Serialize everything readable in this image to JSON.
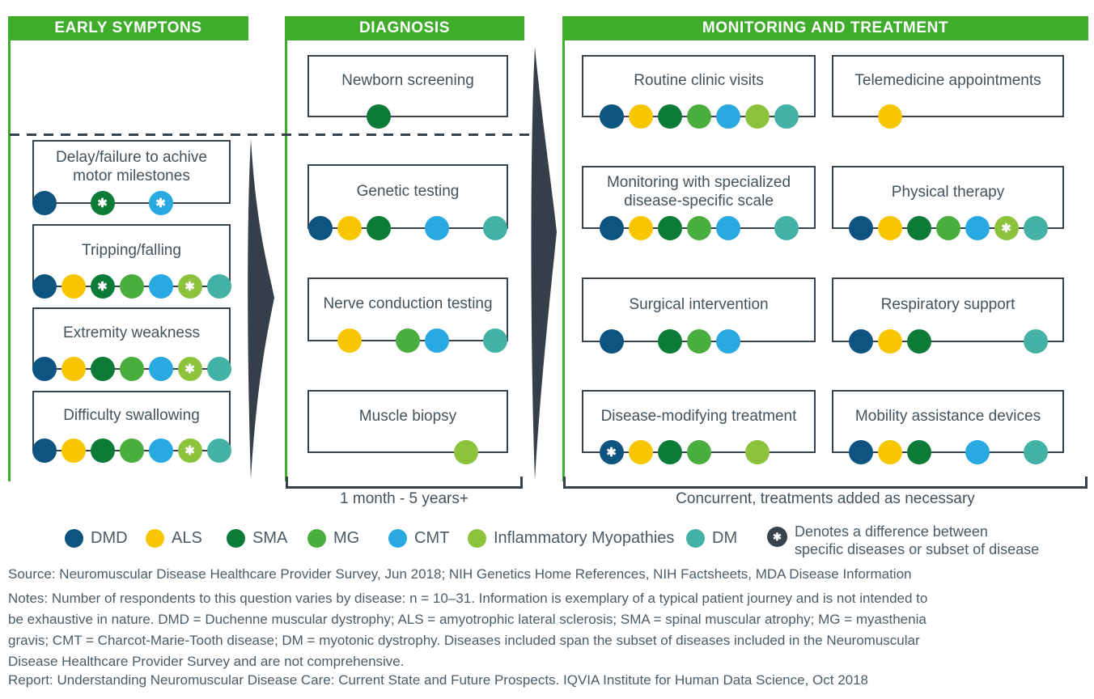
{
  "accent": {
    "green": "#3FAD2B",
    "slate": "#37424A"
  },
  "disease_colors": {
    "DMD": "#0E5481",
    "ALS": "#F7C600",
    "SMA": "#0C7B37",
    "MG": "#4AAE3E",
    "CMT": "#28A9E1",
    "IM": "#8CC23C",
    "DM": "#43B1A4"
  },
  "columns": [
    {
      "header": "EARLY SYMPTONS",
      "boxes": [
        {
          "label": "Delay/failure to achive motor milestones",
          "dots": [
            {
              "d": "DMD",
              "slot": 1
            },
            {
              "d": "SMA",
              "slot": 3,
              "star": true
            },
            {
              "d": "CMT",
              "slot": 5,
              "star": true
            }
          ]
        },
        {
          "label": "Tripping/falling",
          "dots": [
            {
              "d": "DMD",
              "slot": 1
            },
            {
              "d": "ALS",
              "slot": 2
            },
            {
              "d": "SMA",
              "slot": 3,
              "star": true
            },
            {
              "d": "MG",
              "slot": 4
            },
            {
              "d": "CMT",
              "slot": 5
            },
            {
              "d": "IM",
              "slot": 6,
              "star": true
            },
            {
              "d": "DM",
              "slot": 7
            }
          ]
        },
        {
          "label": "Extremity weakness",
          "dots": [
            {
              "d": "DMD",
              "slot": 1
            },
            {
              "d": "ALS",
              "slot": 2
            },
            {
              "d": "SMA",
              "slot": 3
            },
            {
              "d": "MG",
              "slot": 4
            },
            {
              "d": "CMT",
              "slot": 5
            },
            {
              "d": "IM",
              "slot": 6,
              "star": true
            },
            {
              "d": "DM",
              "slot": 7
            }
          ]
        },
        {
          "label": "Difficulty swallowing",
          "dots": [
            {
              "d": "DMD",
              "slot": 1
            },
            {
              "d": "ALS",
              "slot": 2
            },
            {
              "d": "SMA",
              "slot": 3
            },
            {
              "d": "MG",
              "slot": 4
            },
            {
              "d": "CMT",
              "slot": 5
            },
            {
              "d": "IM",
              "slot": 6,
              "star": true
            },
            {
              "d": "DM",
              "slot": 7
            }
          ]
        }
      ],
      "bracket_label": ""
    },
    {
      "header": "DIAGNOSIS",
      "boxes": [
        {
          "label": "Newborn screening",
          "dots": [
            {
              "d": "SMA",
              "slot": 3
            }
          ]
        },
        {
          "label": "Genetic testing",
          "dots": [
            {
              "d": "DMD",
              "slot": 1
            },
            {
              "d": "ALS",
              "slot": 2
            },
            {
              "d": "SMA",
              "slot": 3
            },
            {
              "d": "CMT",
              "slot": 5
            },
            {
              "d": "DM",
              "slot": 7
            }
          ]
        },
        {
          "label": "Nerve conduction testing",
          "dots": [
            {
              "d": "ALS",
              "slot": 2
            },
            {
              "d": "MG",
              "slot": 4
            },
            {
              "d": "CMT",
              "slot": 5
            },
            {
              "d": "DM",
              "slot": 7
            }
          ]
        },
        {
          "label": "Muscle biopsy",
          "dots": [
            {
              "d": "IM",
              "slot": 6
            }
          ]
        }
      ],
      "bracket_label": "1 month - 5 years+"
    },
    {
      "header": "MONITORING AND TREATMENT",
      "boxes": [
        {
          "label": "Routine clinic visits",
          "dots": [
            {
              "d": "DMD",
              "slot": 1
            },
            {
              "d": "ALS",
              "slot": 2
            },
            {
              "d": "SMA",
              "slot": 3
            },
            {
              "d": "MG",
              "slot": 4
            },
            {
              "d": "CMT",
              "slot": 5
            },
            {
              "d": "IM",
              "slot": 6
            },
            {
              "d": "DM",
              "slot": 7
            }
          ]
        },
        {
          "label": "Telemedicine appointments",
          "dots": [
            {
              "d": "ALS",
              "slot": 2
            }
          ]
        },
        {
          "label": "Monitoring with specialized disease-specific scale",
          "dots": [
            {
              "d": "DMD",
              "slot": 1
            },
            {
              "d": "ALS",
              "slot": 2
            },
            {
              "d": "SMA",
              "slot": 3
            },
            {
              "d": "MG",
              "slot": 4
            },
            {
              "d": "CMT",
              "slot": 5
            },
            {
              "d": "DM",
              "slot": 7
            }
          ]
        },
        {
          "label": "Physical therapy",
          "dots": [
            {
              "d": "DMD",
              "slot": 1
            },
            {
              "d": "ALS",
              "slot": 2
            },
            {
              "d": "SMA",
              "slot": 3
            },
            {
              "d": "MG",
              "slot": 4
            },
            {
              "d": "CMT",
              "slot": 5
            },
            {
              "d": "IM",
              "slot": 6,
              "star": true
            },
            {
              "d": "DM",
              "slot": 7
            }
          ]
        },
        {
          "label": "Surgical intervention",
          "dots": [
            {
              "d": "DMD",
              "slot": 1
            },
            {
              "d": "SMA",
              "slot": 3
            },
            {
              "d": "MG",
              "slot": 4
            },
            {
              "d": "CMT",
              "slot": 5
            }
          ]
        },
        {
          "label": "Respiratory support",
          "dots": [
            {
              "d": "DMD",
              "slot": 1
            },
            {
              "d": "ALS",
              "slot": 2
            },
            {
              "d": "SMA",
              "slot": 3
            },
            {
              "d": "DM",
              "slot": 7
            }
          ]
        },
        {
          "label": "Disease-modifying treatment",
          "dots": [
            {
              "d": "DMD",
              "slot": 1,
              "star": true
            },
            {
              "d": "ALS",
              "slot": 2
            },
            {
              "d": "SMA",
              "slot": 3
            },
            {
              "d": "MG",
              "slot": 4
            },
            {
              "d": "IM",
              "slot": 6
            }
          ]
        },
        {
          "label": "Mobility assistance devices",
          "dots": [
            {
              "d": "DMD",
              "slot": 1
            },
            {
              "d": "ALS",
              "slot": 2
            },
            {
              "d": "SMA",
              "slot": 3
            },
            {
              "d": "CMT",
              "slot": 5
            },
            {
              "d": "DM",
              "slot": 7
            }
          ]
        }
      ],
      "bracket_label": "Concurrent, treatments added as necessary"
    }
  ],
  "legend": {
    "items": [
      {
        "code": "DMD",
        "label": "DMD"
      },
      {
        "code": "ALS",
        "label": "ALS"
      },
      {
        "code": "SMA",
        "label": "SMA"
      },
      {
        "code": "MG",
        "label": "MG"
      },
      {
        "code": "CMT",
        "label": "CMT"
      },
      {
        "code": "IM",
        "label": "Inflammatory Myopathies"
      },
      {
        "code": "DM",
        "label": "DM"
      }
    ],
    "asterisk_note_line1": "Denotes a difference between",
    "asterisk_note_line2": "specific diseases or subset of disease"
  },
  "footer": {
    "source": "Source: Neuromuscular Disease Healthcare Provider Survey, Jun 2018; NIH Genetics Home References, NIH Factsheets, MDA Disease Information",
    "notes_lines": [
      "Notes: Number of respondents to this question varies by disease: n = 10–31. Information is exemplary of a typical patient journey and is not intended to",
      "be exhaustive in nature. DMD = Duchenne muscular dystrophy; ALS = amyotrophic lateral sclerosis; SMA = spinal muscular atrophy; MG = myasthenia",
      "gravis; CMT = Charcot-Marie-Tooth disease; DM = myotonic dystrophy. Diseases included span the subset of diseases included in the Neuromuscular",
      "Disease Healthcare Provider Survey and are not comprehensive."
    ],
    "report": "Report: Understanding Neuromuscular Disease Care: Current State and Future Prospects. IQVIA Institute for Human Data Science, Oct 2018"
  }
}
